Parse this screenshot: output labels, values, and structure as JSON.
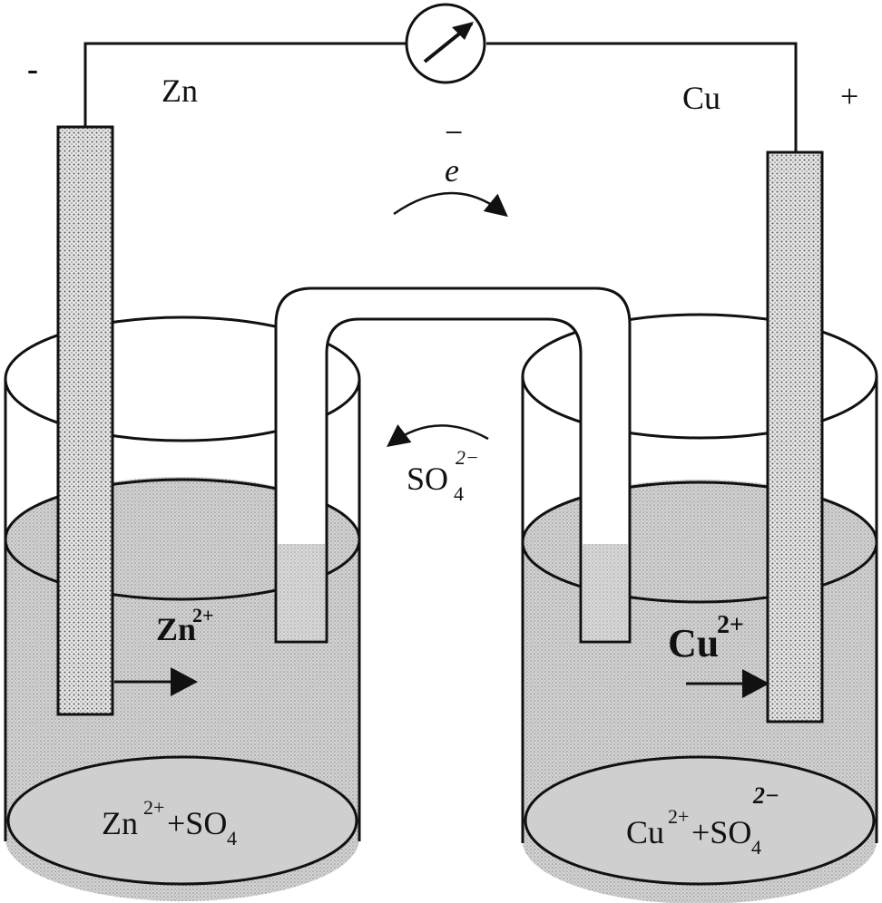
{
  "labels": {
    "negative_sign": "-",
    "positive_sign": "+",
    "zn_electrode": "Zn",
    "cu_electrode": "Cu",
    "electron_base": "e",
    "electron_bar": "−",
    "sulfate_base": "SO",
    "sulfate_sub": "4",
    "sulfate_charge": "2−",
    "zn_ion_base": "Zn",
    "zn_ion_charge": "2+",
    "cu_ion_base": "Cu",
    "cu_ion_charge": "2+",
    "left_solution_base": "Zn",
    "left_solution_charge": "2+",
    "left_solution_tail": "+SO",
    "left_solution_sub": "4",
    "right_solution_base": "Cu",
    "right_solution_charge": "2+",
    "right_solution_tail": "+SO",
    "right_solution_sub": "4",
    "right_solution_anion_charge": "2−"
  },
  "colors": {
    "line": "#111111",
    "solution": "#c8c8c8",
    "electrode": "#d0d0d0",
    "background": "#ffffff"
  }
}
